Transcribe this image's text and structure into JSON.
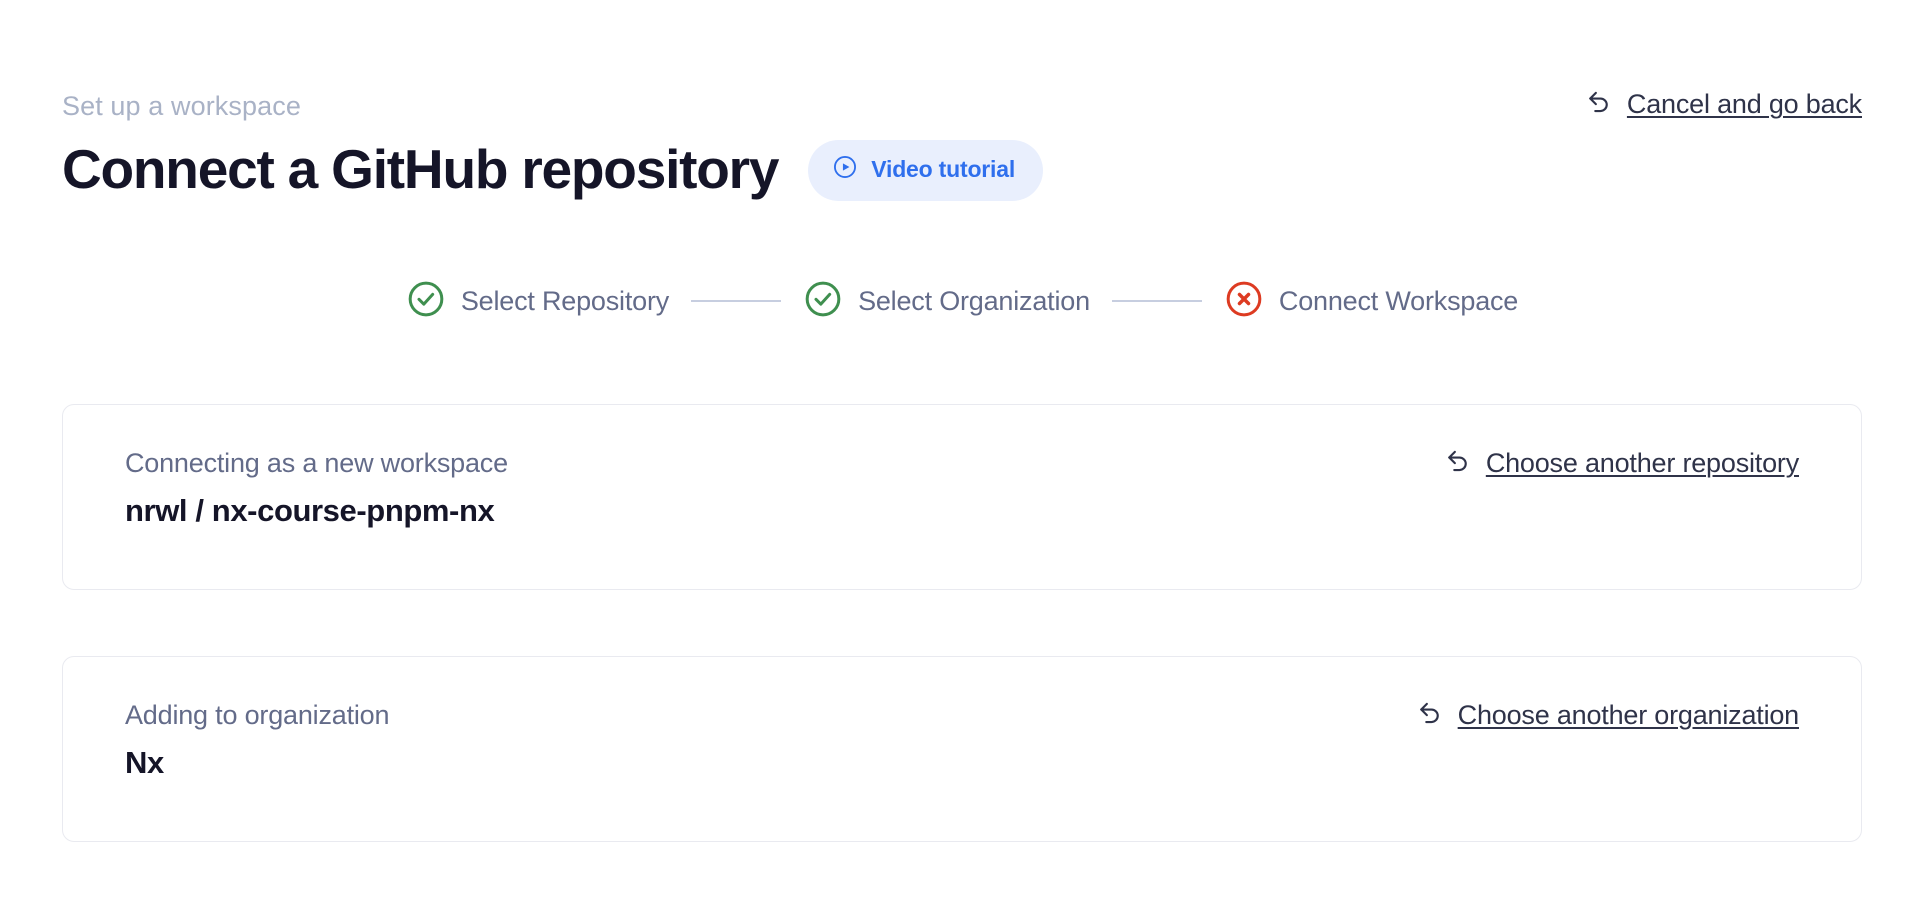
{
  "header": {
    "eyebrow": "Set up a workspace",
    "title": "Connect a GitHub repository",
    "video_tutorial_label": "Video tutorial",
    "cancel_label": "Cancel and go back",
    "icons": {
      "play": "play-circle-icon",
      "back": "back-arrow-icon"
    },
    "colors": {
      "title": "#151528",
      "eyebrow": "#a9b2c6",
      "pill_bg": "#e9effd",
      "pill_text": "#2f6fed",
      "link": "#2f3349"
    }
  },
  "stepper": {
    "steps": [
      {
        "label": "Select Repository",
        "state": "complete",
        "icon": "check-circle-icon",
        "color": "#3f8f4f"
      },
      {
        "label": "Select Organization",
        "state": "complete",
        "icon": "check-circle-icon",
        "color": "#3f8f4f"
      },
      {
        "label": "Connect Workspace",
        "state": "error",
        "icon": "x-circle-icon",
        "color": "#dd3b22"
      }
    ],
    "connector_color": "#c7cee0",
    "label_color": "#636b89"
  },
  "cards": [
    {
      "label": "Connecting as a new workspace",
      "owner": "nrwl",
      "separator": "/",
      "name": "nx-course-pnpm-nx",
      "action_label": "Choose another repository",
      "action_icon": "back-arrow-icon"
    },
    {
      "label": "Adding to organization",
      "value": "Nx",
      "action_label": "Choose another organization",
      "action_icon": "back-arrow-icon"
    }
  ]
}
